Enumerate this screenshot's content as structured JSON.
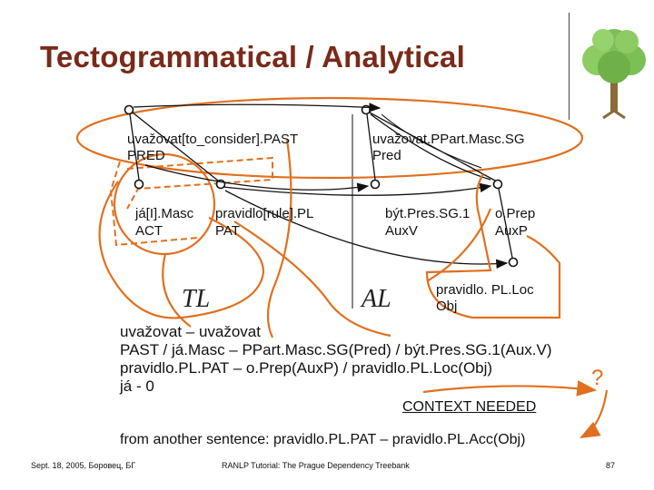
{
  "title": "Tectogrammatical / Analytical",
  "tl_nodes": [
    {
      "line1": "uvažovat[to_consider].PAST",
      "line2": "PRED"
    },
    {
      "line1": "já[I].Masc",
      "line2": "ACT"
    },
    {
      "line1": "pravidlo[rule].PL",
      "line2": "PAT"
    }
  ],
  "al_nodes": [
    {
      "line1": "uvažovat.PPart.Masc.SG",
      "line2": "Pred"
    },
    {
      "line1": "být.Pres.SG.1",
      "line2": "AuxV"
    },
    {
      "line1": "o.Prep",
      "line2": "AuxP"
    },
    {
      "line1": "pravidlo. PL.Loc",
      "line2": "Obj"
    }
  ],
  "labels": {
    "tl": "TL",
    "al": "AL"
  },
  "mapping_lines": [
    "uvažovat – uvažovat",
    "PAST / já.Masc – PPart.Masc.SG(Pred) / být.Pres.SG.1(Aux.V)",
    "pravidlo.PL.PAT – o.Prep(AuxP)  / pravidlo.PL.Loc(Obj)",
    "já - 0"
  ],
  "context_needed": "CONTEXT NEEDED",
  "question_mark": "?",
  "from_another": "from another sentence: pravidlo.PL.PAT – pravidlo.PL.Acc(Obj)",
  "footer": {
    "date": "Sept. 18, 2005, Боровец, БГ",
    "center": "RANLP Tutorial: The Prague Dependency Treebank",
    "page": "87"
  },
  "colors": {
    "title": "#7a2a1a",
    "accent": "#e07020",
    "tree_green": "#7cbf55"
  }
}
